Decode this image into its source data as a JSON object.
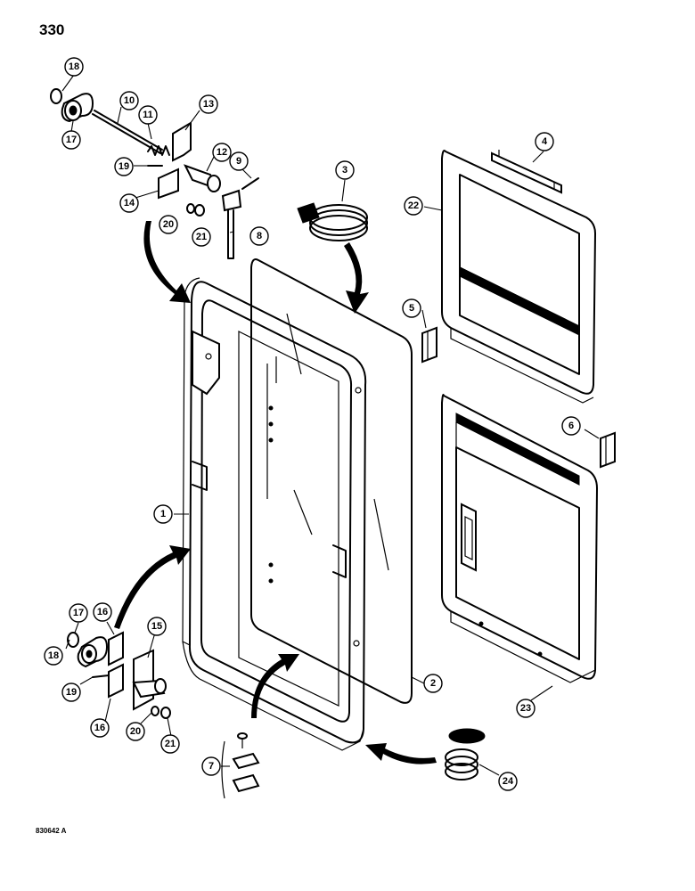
{
  "page_number": "330",
  "figure_code": "830642 A",
  "callouts": [
    {
      "id": "c18a",
      "label": "18"
    },
    {
      "id": "c17a",
      "label": "17"
    },
    {
      "id": "c10",
      "label": "10"
    },
    {
      "id": "c11",
      "label": "11"
    },
    {
      "id": "c13",
      "label": "13"
    },
    {
      "id": "c12",
      "label": "12"
    },
    {
      "id": "c9",
      "label": "9"
    },
    {
      "id": "c19a",
      "label": "19"
    },
    {
      "id": "c14",
      "label": "14"
    },
    {
      "id": "c20a",
      "label": "20"
    },
    {
      "id": "c21a",
      "label": "21"
    },
    {
      "id": "c8",
      "label": "8"
    },
    {
      "id": "c3",
      "label": "3"
    },
    {
      "id": "c4",
      "label": "4"
    },
    {
      "id": "c22",
      "label": "22"
    },
    {
      "id": "c5",
      "label": "5"
    },
    {
      "id": "c6",
      "label": "6"
    },
    {
      "id": "c1",
      "label": "1"
    },
    {
      "id": "c17b",
      "label": "17"
    },
    {
      "id": "c16a",
      "label": "16"
    },
    {
      "id": "c15",
      "label": "15"
    },
    {
      "id": "c18b",
      "label": "18"
    },
    {
      "id": "c19b",
      "label": "19"
    },
    {
      "id": "c16b",
      "label": "16"
    },
    {
      "id": "c20b",
      "label": "20"
    },
    {
      "id": "c21b",
      "label": "21"
    },
    {
      "id": "c2",
      "label": "2"
    },
    {
      "id": "c23",
      "label": "23"
    },
    {
      "id": "c7",
      "label": "7"
    },
    {
      "id": "c24",
      "label": "24"
    }
  ]
}
